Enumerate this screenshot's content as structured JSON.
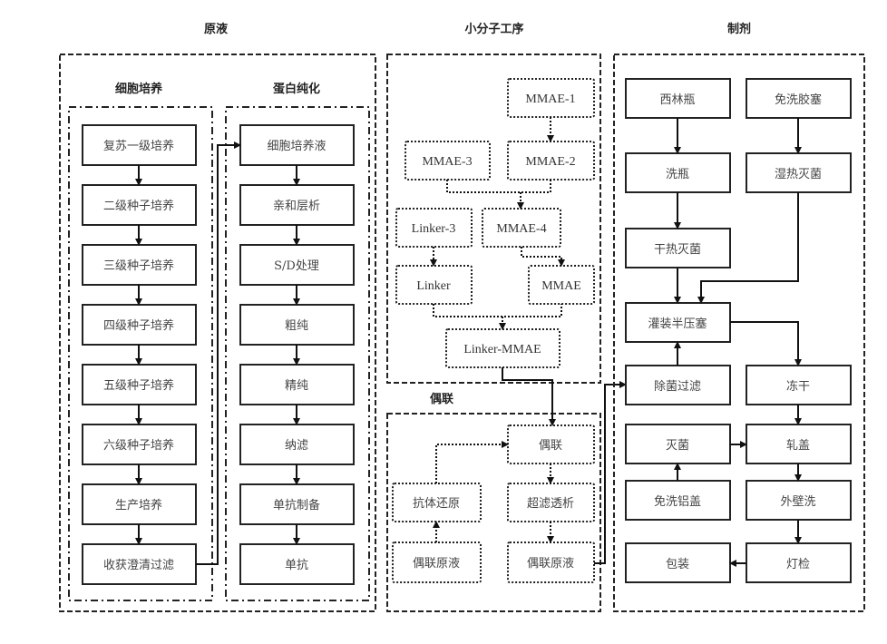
{
  "sections": {
    "stock": {
      "title": "原液",
      "cell_culture": {
        "title": "细胞培养",
        "steps": [
          "复苏一级培养",
          "二级种子培养",
          "三级种子培养",
          "四级种子培养",
          "五级种子培养",
          "六级种子培养",
          "生产培养",
          "收获澄清过滤"
        ]
      },
      "protein_purification": {
        "title": "蛋白纯化",
        "steps": [
          "细胞培养液",
          "亲和层析",
          "S/D处理",
          "粗纯",
          "精纯",
          "纳滤",
          "单抗制备",
          "单抗"
        ]
      }
    },
    "small_molecule": {
      "title": "小分子工序",
      "nodes": {
        "mmae1": "MMAE-1",
        "mmae2": "MMAE-2",
        "mmae3": "MMAE-3",
        "mmae4": "MMAE-4",
        "linker3": "Linker-3",
        "linker": "Linker",
        "mmae": "MMAE",
        "linker_mmae": "Linker-MMAE"
      }
    },
    "conjugation": {
      "title": "偶联",
      "nodes": {
        "conjugate": "偶联",
        "uf_df": "超滤透析",
        "conj_bulk_right": "偶联原液",
        "antibody_reduction": "抗体还原",
        "conj_bulk_left": "偶联原液"
      }
    },
    "formulation": {
      "title": "制剂",
      "nodes": {
        "vial": "西林瓶",
        "stopper": "免洗胶塞",
        "wash_vial": "洗瓶",
        "moist_heat": "湿热灭菌",
        "dry_heat": "干热灭菌",
        "fill": "灌装半压塞",
        "sterile_filter": "除菌过滤",
        "lyophilize": "冻干",
        "sterilize": "灭菌",
        "capping": "轧盖",
        "al_cap": "免洗铝盖",
        "outer_wash": "外壁洗",
        "inspection": "灯检",
        "packaging": "包装"
      }
    }
  }
}
